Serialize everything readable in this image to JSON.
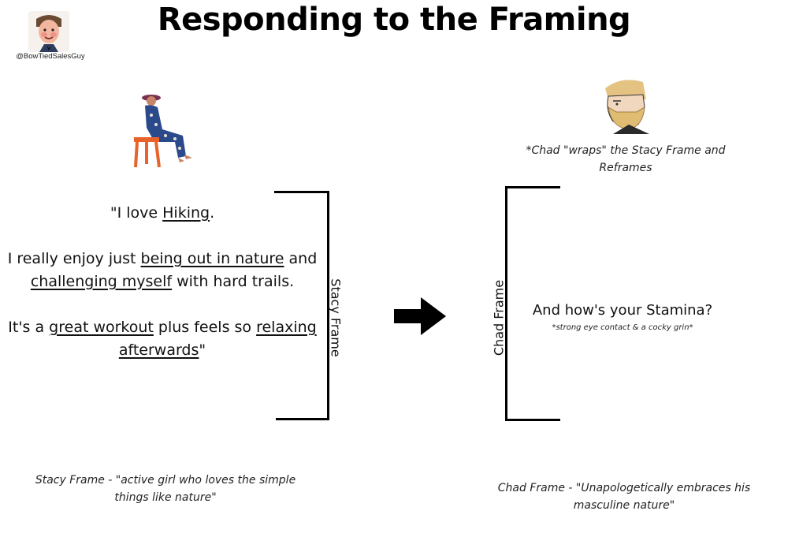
{
  "header": {
    "title": "Responding to the Framing",
    "handle": "@BowTiedSalesGuy"
  },
  "stacy": {
    "quote": {
      "line1": {
        "pre": "\"I love ",
        "u1": "Hiking",
        "post": "."
      },
      "line2": {
        "pre": "I really enjoy just ",
        "u1": "being out in nature",
        "mid": " and ",
        "u2": "challenging myself",
        "post": " with hard trails."
      },
      "line3": {
        "pre": "It's a ",
        "u1": "great workout",
        "mid": " plus feels so ",
        "u2": "relaxing afterwards",
        "post": "\""
      }
    },
    "bracket_label": "Stacy Frame",
    "caption": "Stacy Frame - \"active girl who loves the simple things like nature\""
  },
  "chad": {
    "note": "*Chad \"wraps\" the Stacy Frame and Reframes",
    "bracket_label": "Chad Frame",
    "response": "And how's your Stamina?",
    "action": "*strong eye contact & a cocky grin*",
    "caption": "Chad Frame - \"Unapologetically embraces his masculine nature\""
  },
  "icons": {
    "avatar": "cartoon-man-avatar-icon",
    "stacy": "seated-woman-illustration-icon",
    "chad": "bearded-chad-face-icon",
    "arrow": "right-arrow-icon"
  }
}
